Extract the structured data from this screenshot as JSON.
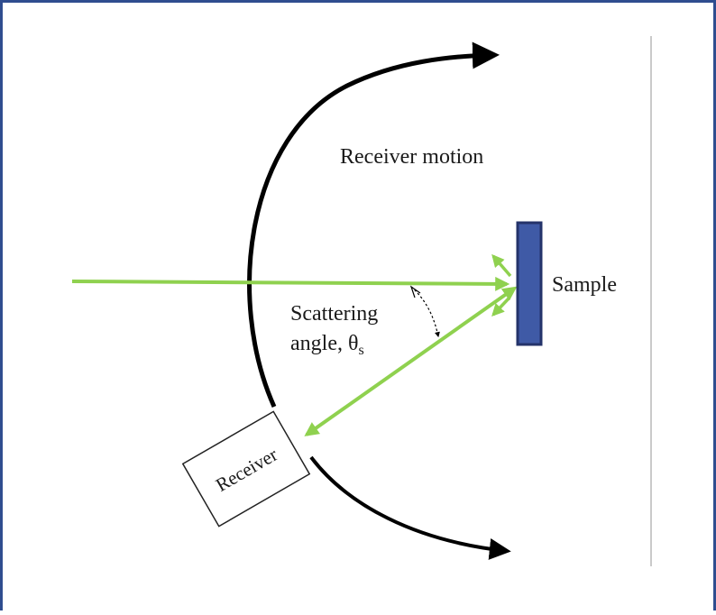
{
  "labels": {
    "receiver_motion": "Receiver motion",
    "sample": "Sample",
    "scattering_line1": "Scattering",
    "scattering_line2_prefix": "angle, ",
    "theta": "θ",
    "theta_subscript": "s",
    "receiver": "Receiver"
  },
  "colors": {
    "page_border": "#2f4d8f",
    "beam": "#8fd14f",
    "arc": "#000000",
    "sample_fill": "#3f5aa6",
    "sample_stroke": "#24336a",
    "divider": "#b8b8b8",
    "receiver_box": "#222222"
  }
}
